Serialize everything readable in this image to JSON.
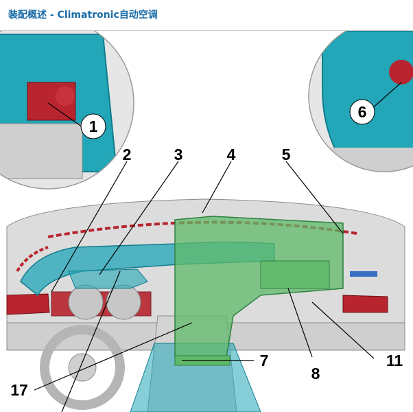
{
  "title": "装配概述 - Climatronic自动空调",
  "callouts": {
    "c1": "1",
    "c2": "2",
    "c3": "3",
    "c4": "4",
    "c5": "5",
    "c6": "6",
    "c7": "7",
    "c8": "8",
    "c11": "11",
    "c17": "17"
  },
  "colors": {
    "teal": "#22a6b8",
    "teal_dark": "#117d8c",
    "green": "#5fb968",
    "red": "#b8252f",
    "dash_grey": "#d9d9d9",
    "title_blue": "#1a6ca8"
  }
}
